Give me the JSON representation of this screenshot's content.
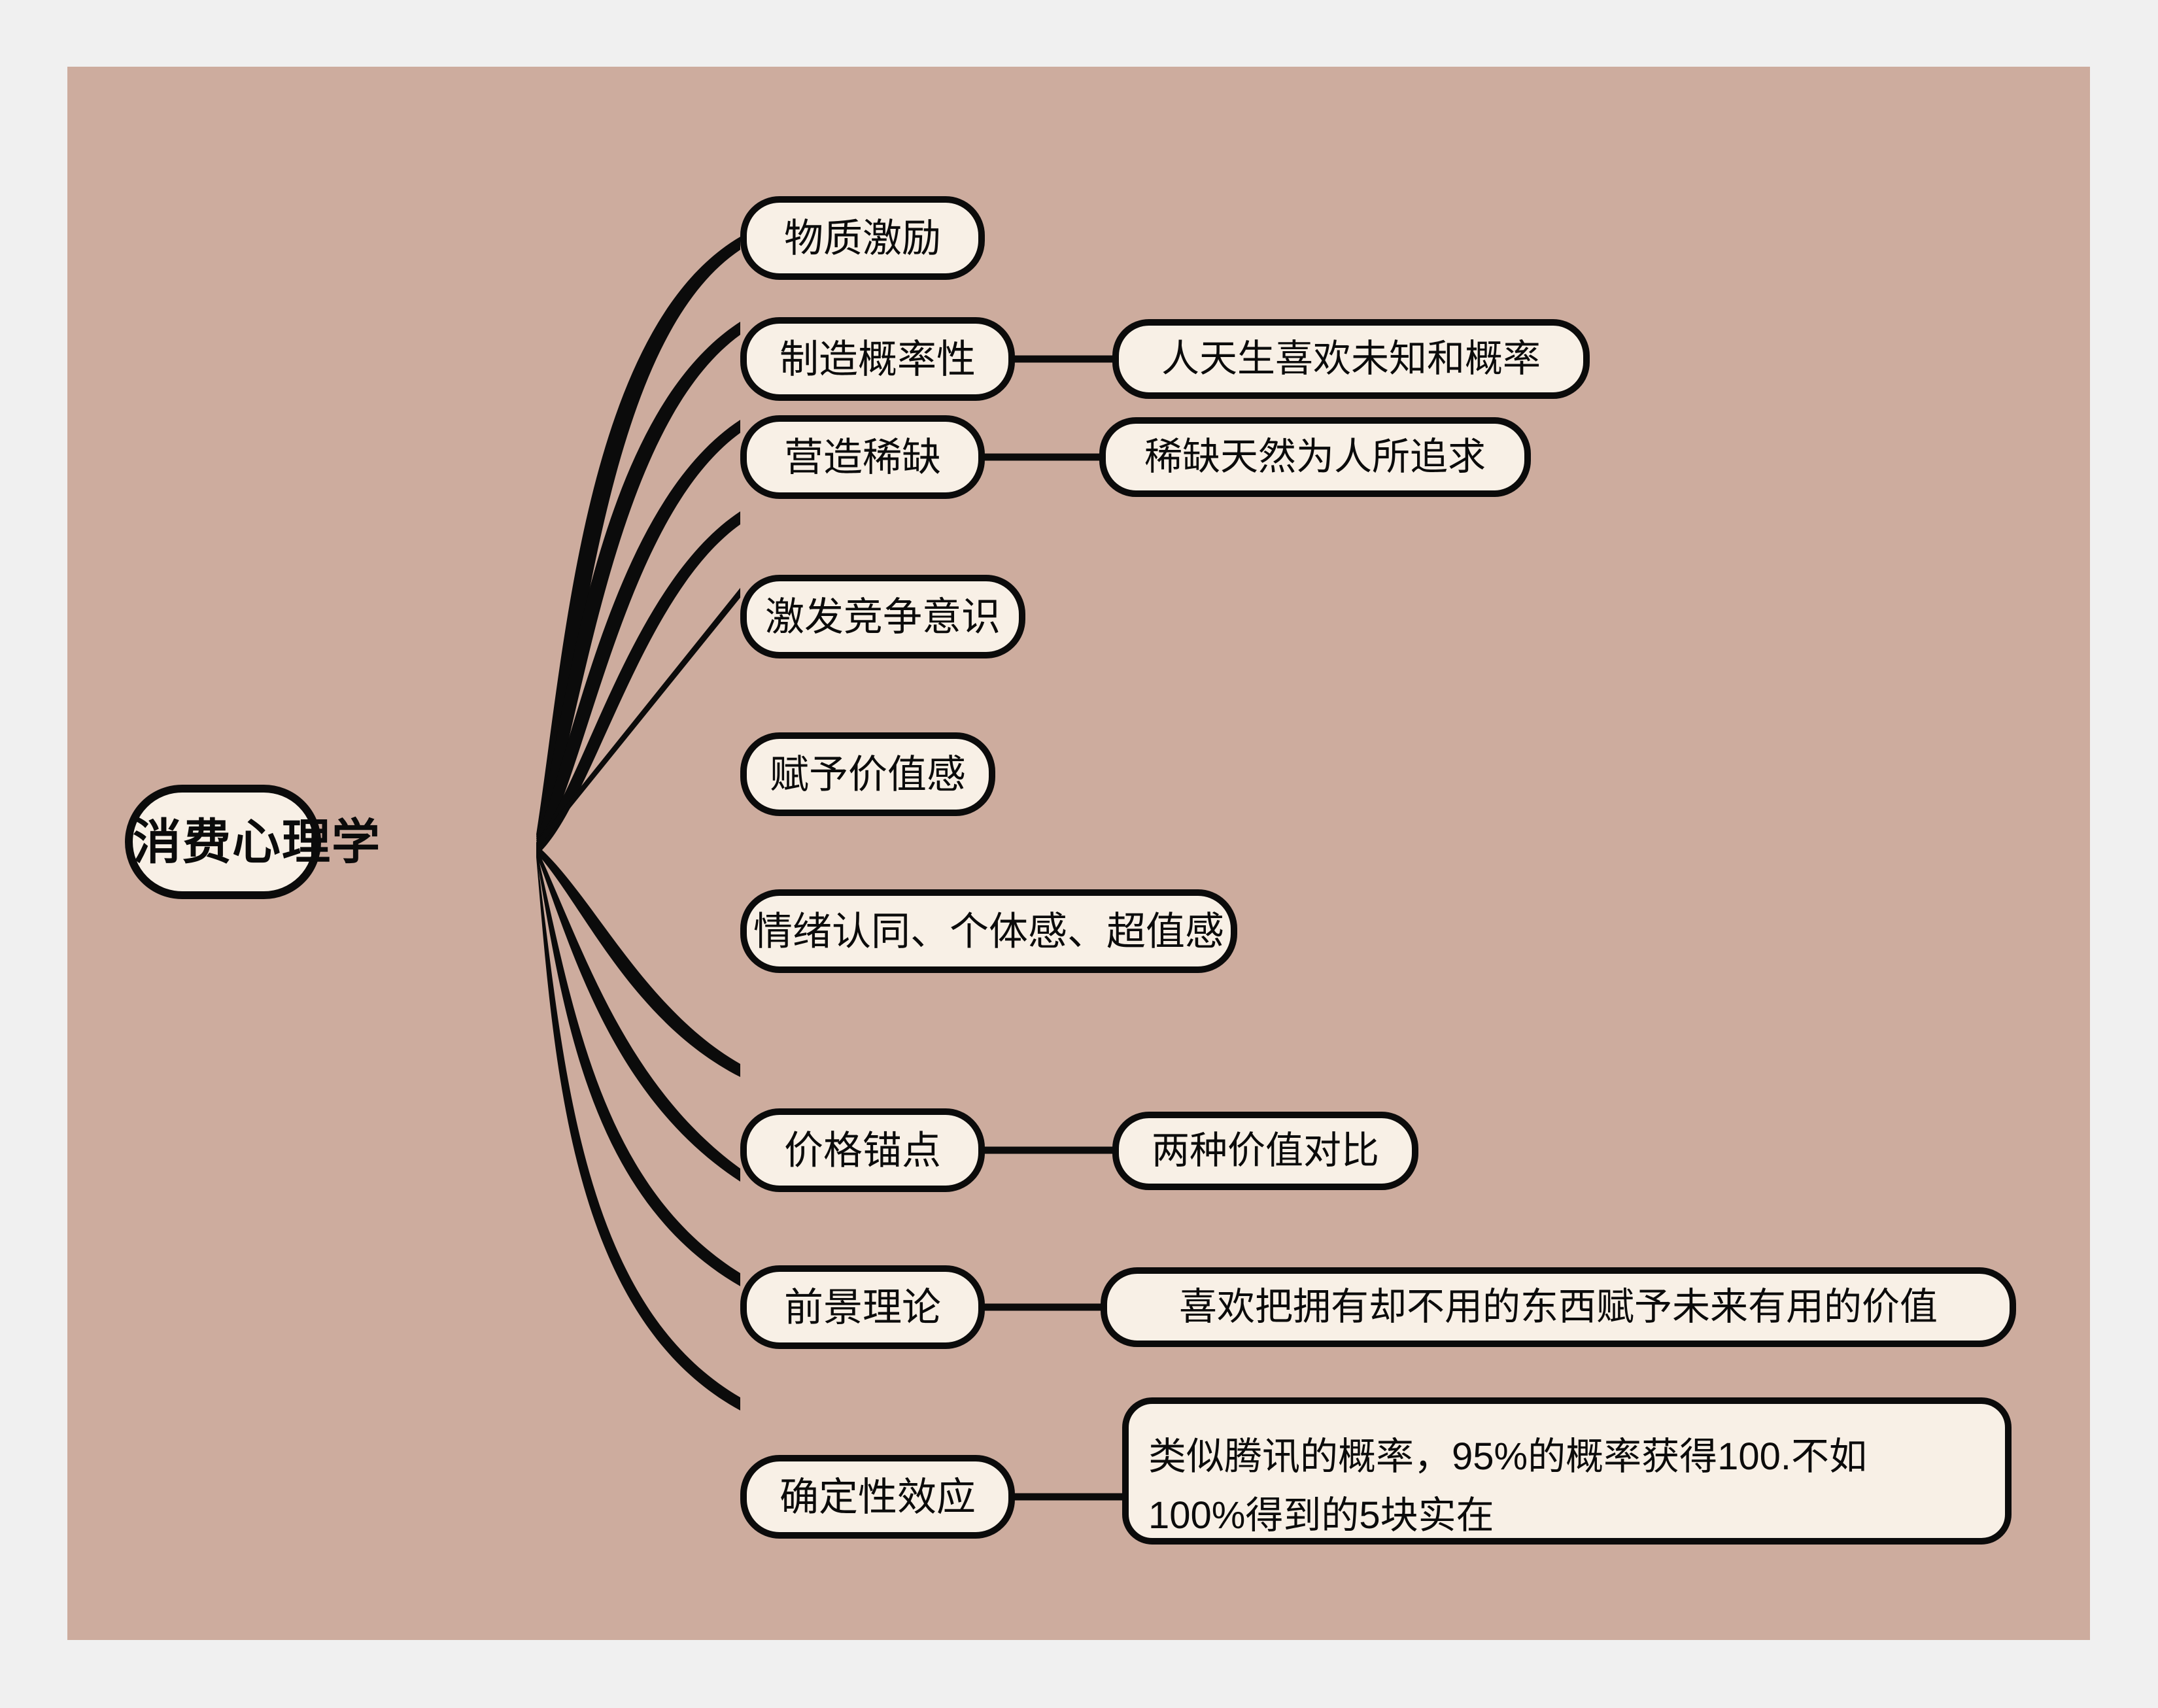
{
  "theme": {
    "page_background": "#f0f0f0",
    "canvas_background": "#cdac9e",
    "node_fill": "#f8f0e6",
    "stroke": "#0b0b0b"
  },
  "mindmap": {
    "root": {
      "label": "消费心理学"
    },
    "branches": [
      {
        "label": "物质激励",
        "children": []
      },
      {
        "label": "制造概率性",
        "children": [
          {
            "label": "人天生喜欢未知和概率"
          }
        ]
      },
      {
        "label": "营造稀缺",
        "children": [
          {
            "label": "稀缺天然为人所追求"
          }
        ]
      },
      {
        "label": "激发竞争意识",
        "children": []
      },
      {
        "label": "赋予价值感",
        "children": []
      },
      {
        "label": "情绪认同、个体感、超值感",
        "children": []
      },
      {
        "label": "价格锚点",
        "children": [
          {
            "label": "两种价值对比"
          }
        ]
      },
      {
        "label": "前景理论",
        "children": [
          {
            "label": "喜欢把拥有却不用的东西赋予未来有用的价值"
          }
        ]
      },
      {
        "label": "确定性效应",
        "children": [
          {
            "label": "类似腾讯的概率，95%的概率获得100.不如\n100%得到的5块实在"
          }
        ]
      }
    ]
  }
}
